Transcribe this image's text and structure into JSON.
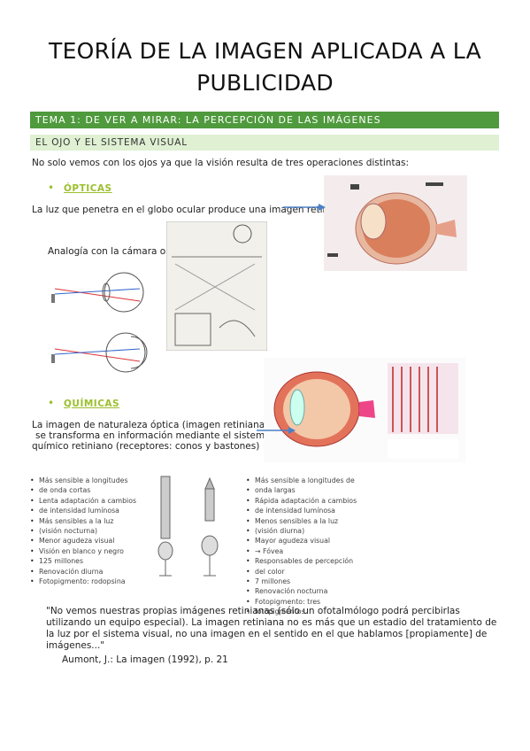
{
  "doc": {
    "title_line1": "TEORÍA DE LA IMAGEN APLICADA A LA",
    "title_line2": "PUBLICIDAD",
    "tema": "TEMA 1: DE VER A MIRAR: LA PERCEPCIÓN DE LAS IMÁGENES",
    "subtitle": "EL OJO Y EL SISTEMA VISUAL",
    "intro": "No solo vemos con los ojos ya que la visión resulta de tres operaciones distintas:",
    "opticas": "ÓPTICAS",
    "opticas_text": "La luz que penetra en el globo ocular produce una imagen retinia",
    "analogia": "Analogía con la cámara os",
    "quimicas": "QUÍMICAS",
    "quimicas_line1": "La imagen de naturaleza óptica (imagen retiniana)",
    "quimicas_line2": "se transforma en información mediante el sistema",
    "quimicas_line3": "químico retiniano (receptores: conos y bastones)",
    "left_list": [
      "Más sensible a longitudes",
      "de onda cortas",
      "Lenta adaptación a cambios",
      "de intensidad lumínosa",
      "Más sensibles a la luz",
      "(visión nocturna)",
      "Menor agudeza visual",
      "Visión en blanco y negro",
      "125 millones",
      "Renovación diurna",
      "Fotopigmento: rodopsina"
    ],
    "right_list": [
      "Más sensible a longitudes de",
      "onda largas",
      "Rápida adaptación a cambios",
      "de intensidad lumínosa",
      "Menos sensibles a la luz",
      "(visión diurna)",
      "Mayor agudeza visual",
      "→ Fóvea",
      "Responsables de percepción",
      "del color",
      "7 millones",
      "Renovación nocturna",
      "Fotopigmento: tres",
      "fotopigmentos"
    ],
    "quote": "\"No vemos nuestras propias imágenes retinianas (sólo un ofotalmólogo podrá percibirlas utilizando un equipo especial). La imagen retiniana no es más que un estadio del tratamiento de la luz por el sistema visual, no una imagen en el sentido en el que hablamos [propiamente] de imágenes...\"",
    "citation": "Aumont, J.: La imagen (1992), p. 21"
  },
  "colors": {
    "accent_green": "#4f9a3d",
    "light_green": "#dff0d3",
    "bullet": "#9bbf2e"
  }
}
